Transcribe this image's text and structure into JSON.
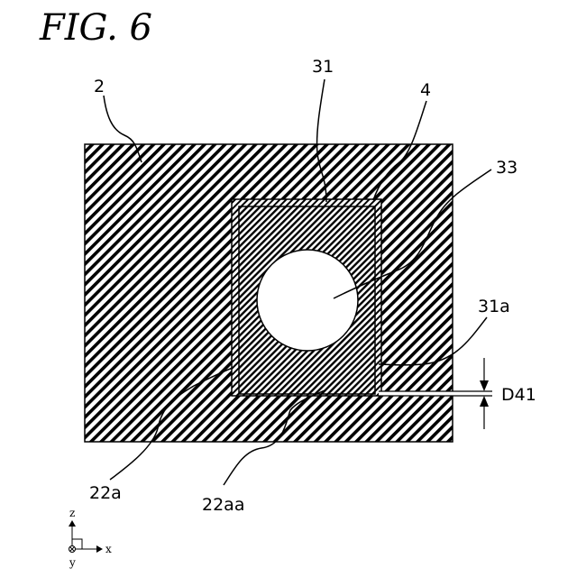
{
  "figure": {
    "title": "FIG. 6",
    "refs": {
      "body": "2",
      "frame": "31",
      "layer": "4",
      "hole": "33",
      "gap": "31a",
      "dimension": "D41",
      "surface": "22a",
      "surface_sub": "22aa"
    },
    "axes": {
      "z": "z",
      "x": "x",
      "y": "y"
    }
  }
}
